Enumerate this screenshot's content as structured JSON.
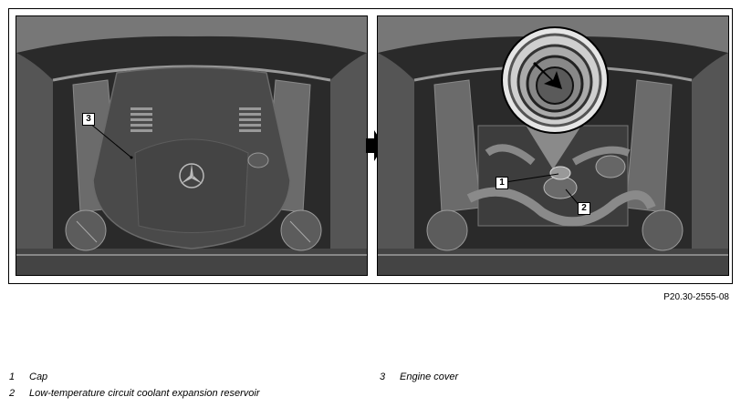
{
  "callouts": {
    "left": [
      "3"
    ],
    "right": [
      "1",
      "2"
    ]
  },
  "image_code": "P20.30-2555-08",
  "legend": [
    {
      "number": "1",
      "label": "Cap"
    },
    {
      "number": "2",
      "label": "Low-temperature circuit coolant expansion reservoir"
    },
    {
      "number": "3",
      "label": "Engine cover"
    }
  ],
  "colors": {
    "panel_background": "#2f2f2f",
    "engine_cover": "#4a4a4a",
    "callout_box": "#ffffff",
    "arrow": "#000000"
  },
  "icons": {
    "direction_arrow": "arrow-right-icon",
    "logo": "three-pointed-star-icon"
  }
}
